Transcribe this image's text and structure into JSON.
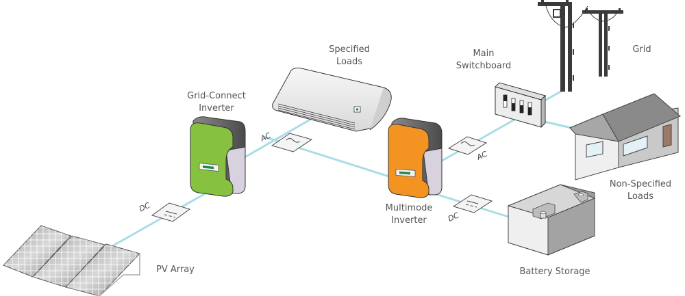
{
  "diagram": {
    "title": "Multimode solar system with grid connection",
    "colors": {
      "wire": "#a8dde6",
      "grid_connect_inverter": "#86c23f",
      "multimode_inverter": "#f39322",
      "inverter_side": "#d7d2de",
      "inverter_top": "#5a5a5a",
      "display": "#1f8b4c",
      "pole": "#3a3a3a",
      "roof": "#8a8a8a",
      "door": "#9b7a6a",
      "label_text": "#555555"
    },
    "components": {
      "pv_array": {
        "label": "PV Array",
        "panel_count": 3
      },
      "grid_connect_inverter": {
        "label_line1": "Grid-Connect",
        "label_line2": "Inverter"
      },
      "specified_loads": {
        "label_line1": "Specified",
        "label_line2": "Loads"
      },
      "multimode_inverter": {
        "label_line1": "Multimode",
        "label_line2": "Inverter"
      },
      "main_switchboard": {
        "label_line1": "Main",
        "label_line2": "Switchboard",
        "switch_count": 4
      },
      "grid": {
        "label": "Grid"
      },
      "non_specified_loads": {
        "label_line1": "Non-Specified",
        "label_line2": "Loads"
      },
      "battery_storage": {
        "label": "Battery Storage"
      }
    },
    "connections": [
      {
        "from": "pv_array",
        "to": "grid_connect_inverter",
        "current": "DC",
        "symbol": "dc-icon"
      },
      {
        "from": "grid_connect_inverter",
        "to": "multimode_inverter",
        "current": "AC",
        "symbol": "ac-icon"
      },
      {
        "from": "multimode_inverter",
        "to": "main_switchboard",
        "current": "AC",
        "symbol": "ac-icon"
      },
      {
        "from": "multimode_inverter",
        "to": "battery_storage",
        "current": "DC",
        "symbol": "dc-icon"
      },
      {
        "from": "main_switchboard",
        "to": "grid",
        "current": "",
        "symbol": ""
      },
      {
        "from": "main_switchboard",
        "to": "non_specified_loads",
        "current": "",
        "symbol": ""
      },
      {
        "from": "specified_loads",
        "to": "ac_bus",
        "current": "",
        "symbol": ""
      }
    ],
    "tags": {
      "dc_pv": "DC",
      "ac_gc": "AC",
      "ac_mm": "AC",
      "dc_batt": "DC"
    }
  }
}
